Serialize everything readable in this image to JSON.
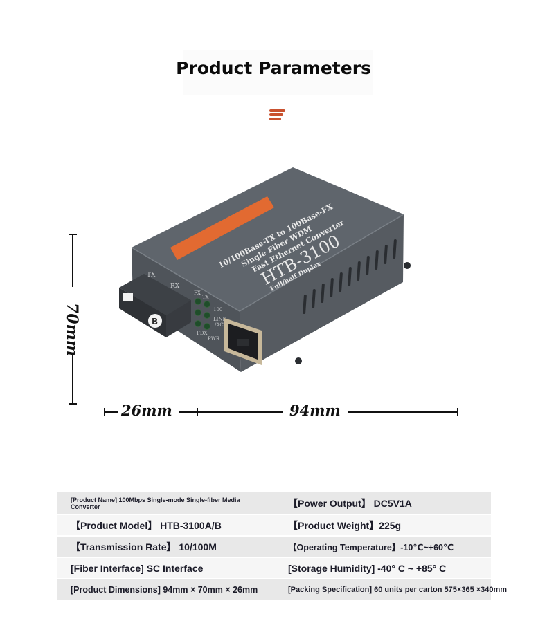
{
  "header": {
    "title": "Product Parameters",
    "menu_icon_color": "#c9512f"
  },
  "product": {
    "label_lines": [
      "10/100Base-TX to 100Base-FX",
      "Single Fiber WDM",
      "Fast Ethernet Converter"
    ],
    "model": "HTB-3100",
    "subtitle": "Full/half Duplex",
    "port_labels": {
      "tx": "TX",
      "rx": "RX",
      "fx": "FX",
      "tx_led": "TX",
      "led_100": "100",
      "link": "LINK",
      "act": "/ACT",
      "fdx": "FDX",
      "pwr": "PWR"
    },
    "fiber_badge": "B",
    "body_color": "#5b6067",
    "stripe_color": "#ee6a2c"
  },
  "dimensions": {
    "height": "70mm",
    "depth": "26mm",
    "width": "94mm"
  },
  "specs": {
    "rows": [
      {
        "left": "[Product Name] 100Mbps Single-mode Single-fiber Media Converter",
        "right": "【Power Output】 DC5V1A"
      },
      {
        "left": "【Product Model】 HTB-3100A/B",
        "right": "【Product Weight】225g"
      },
      {
        "left": "【Transmission Rate】 10/100M",
        "right": "【Operating Temperature】-10℃~+60℃"
      },
      {
        "left": "[Fiber Interface] SC Interface",
        "right": "[Storage Humidity] -40° C ~ +85° C"
      },
      {
        "left": "[Product Dimensions] 94mm × 70mm × 26mm",
        "right": "[Packing Specification] 60 units per carton 575×365 ×340mm"
      }
    ]
  }
}
